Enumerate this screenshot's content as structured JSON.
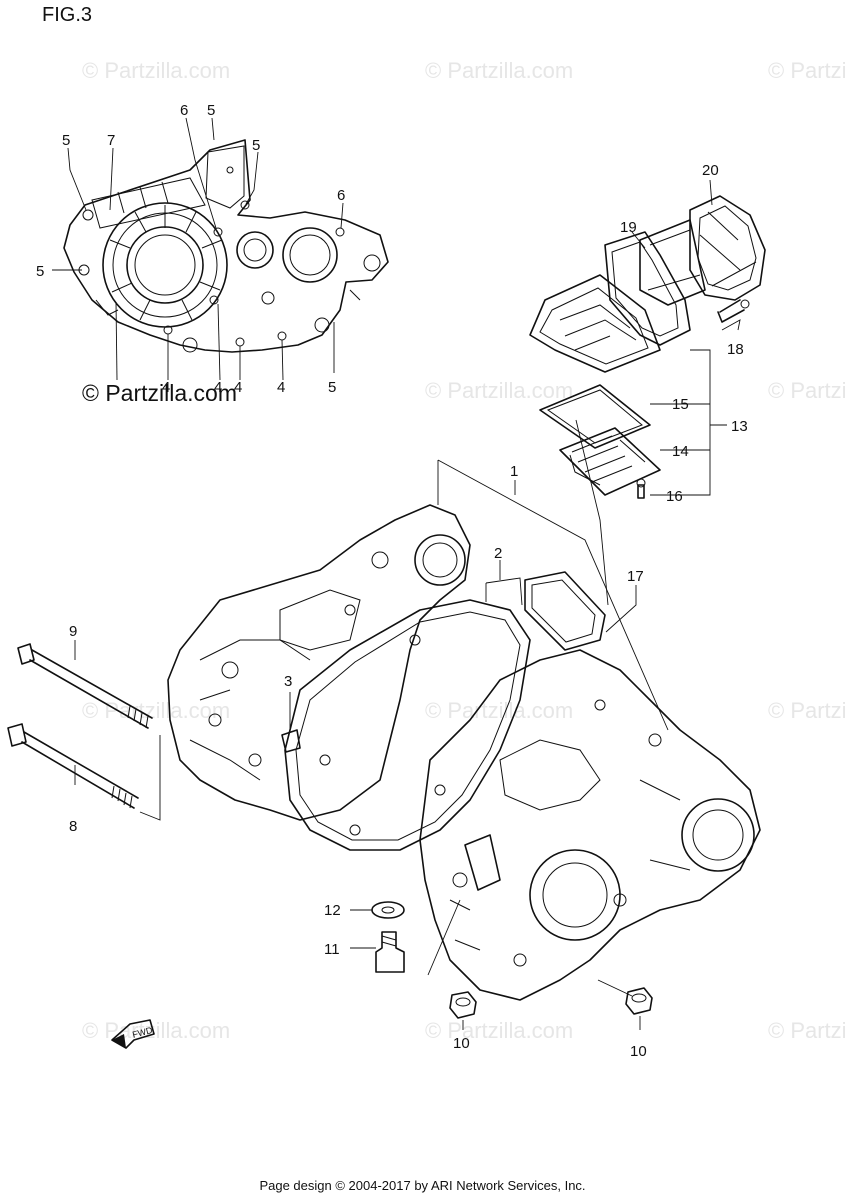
{
  "figure_label": "FIG.3",
  "copyright_main": "© Partzilla.com",
  "watermark_text": "© Partzilla.com",
  "footer": "Page design © 2004-2017 by ARI Network Services, Inc.",
  "fwd_label": "FWD",
  "callouts": {
    "c1": "1",
    "c2": "2",
    "c3": "3",
    "c4a": "4",
    "c4b": "4",
    "c4c": "4",
    "c4d": "4",
    "c5a": "5",
    "c5b": "5",
    "c5c": "5",
    "c5d": "5",
    "c5e": "5",
    "c6a": "6",
    "c6b": "6",
    "c7": "7",
    "c8": "8",
    "c9": "9",
    "c10a": "10",
    "c10b": "10",
    "c11": "11",
    "c12": "12",
    "c13": "13",
    "c14": "14",
    "c15": "15",
    "c16": "16",
    "c17": "17",
    "c18": "18",
    "c19": "19",
    "c20": "20"
  },
  "colors": {
    "line": "#111111",
    "watermark": "#e6e6e6"
  }
}
